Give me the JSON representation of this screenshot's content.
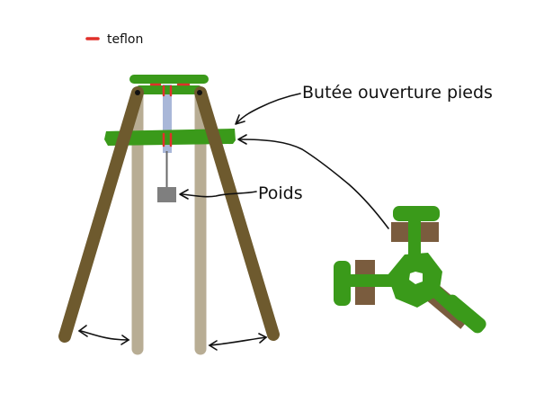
{
  "legend": {
    "teflon_label": "teflon"
  },
  "labels": {
    "butee": "Butée ouverture pieds",
    "poids": "Poids"
  },
  "colors": {
    "teflon": "#e0302a",
    "green": "#3a9a1a",
    "leg": "#6e5a2e",
    "post": "#b8ad94",
    "rod": "#a9b7d8",
    "weight": "#7f7f7f",
    "block": "#7a5c3e",
    "ink": "#111111"
  }
}
